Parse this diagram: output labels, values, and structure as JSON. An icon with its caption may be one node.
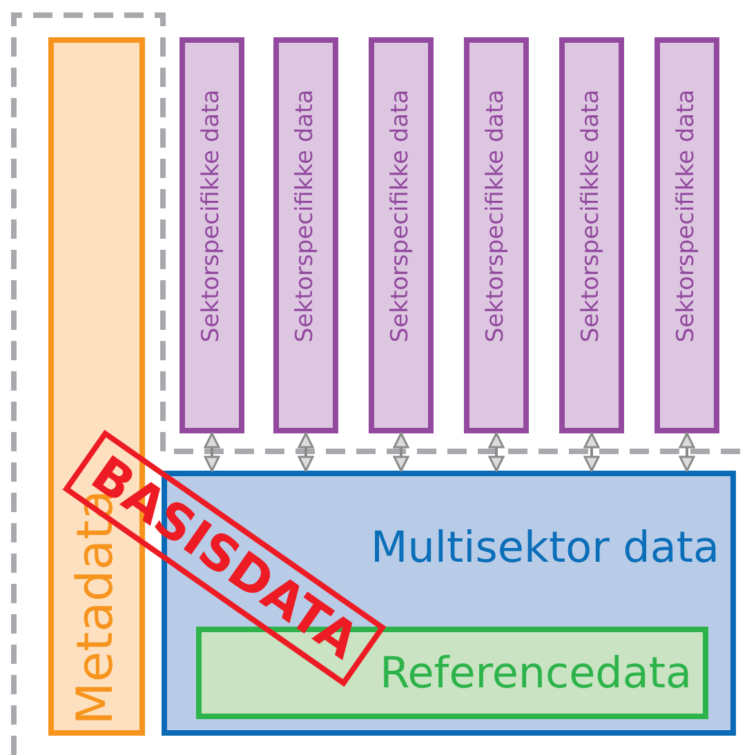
{
  "diagram": {
    "nodes": [
      {
        "text": [
          "Metadata"
        ]
      },
      {
        "text": [
          "Sektorspecifikke data"
        ]
      },
      {
        "text": [
          "Sektorspecifikke data"
        ]
      },
      {
        "text": [
          "Sektorspecifikke data"
        ]
      },
      {
        "text": [
          "Sektorspecifikke data"
        ]
      },
      {
        "text": [
          "Sektorspecifikke data"
        ]
      },
      {
        "text": [
          "Sektorspecifikke data"
        ]
      },
      {
        "text": [
          "Multisektor data"
        ]
      },
      {
        "text": [
          "Referencedata"
        ],
        "in": 7
      }
    ],
    "edges": [
      {
        "from": 1,
        "to": 7,
        "arrow": "both"
      },
      {
        "from": 2,
        "to": 7,
        "arrow": "both"
      },
      {
        "from": 3,
        "to": 7,
        "arrow": "both"
      },
      {
        "from": 4,
        "to": 7,
        "arrow": "both"
      },
      {
        "from": 5,
        "to": 7,
        "arrow": "both"
      },
      {
        "from": 6,
        "to": 7,
        "arrow": "both"
      }
    ],
    "labels": [
      "BASISDATA"
    ]
  }
}
